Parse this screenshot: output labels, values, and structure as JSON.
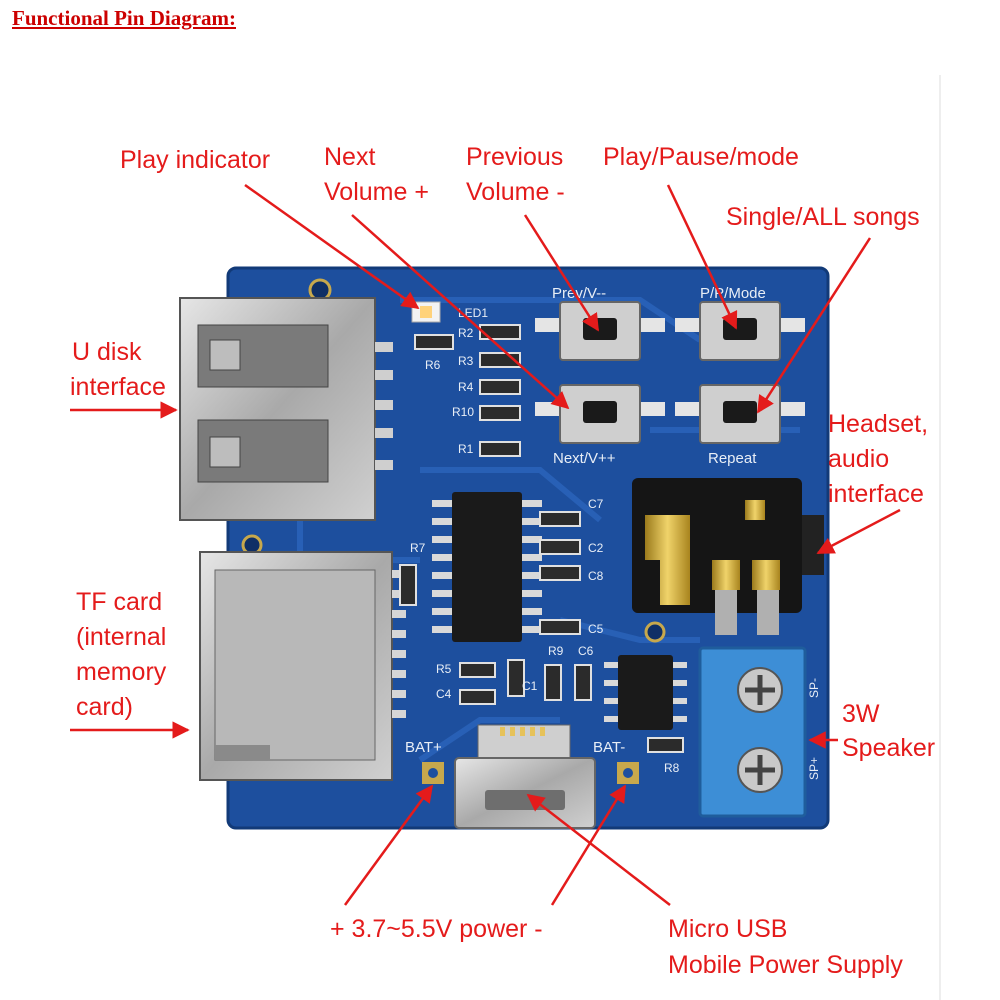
{
  "title": "Functional Pin Diagram:",
  "labels": {
    "play_indicator": "Play indicator",
    "next_line1": "Next",
    "next_line2": "Volume +",
    "prev_line1": "Previous",
    "prev_line2": "Volume -",
    "play_pause": "Play/Pause/mode",
    "single_all": "Single/ALL songs",
    "udisk_line1": "U disk",
    "udisk_line2": "interface",
    "headset_line1": "Headset,",
    "headset_line2": "audio",
    "headset_line3": "interface",
    "tf_line1": "TF card",
    "tf_line2": "(internal",
    "tf_line3": "memory",
    "tf_line4": "card)",
    "speaker_line1": "3W",
    "speaker_line2": "Speaker",
    "power": "+ 3.7~5.5V power -",
    "usb_line1": "Micro USB",
    "usb_line2": "Mobile Power Supply"
  },
  "silkscreen": {
    "prev": "Prev/V--",
    "pp_mode": "P/P/Mode",
    "next": "Next/V++",
    "repeat": "Repeat",
    "led1": "LED1",
    "r2": "R2",
    "r3": "R3",
    "r4": "R4",
    "r10": "R10",
    "r1": "R1",
    "r6": "R6",
    "r7": "R7",
    "r5": "R5",
    "r9": "R9",
    "r8": "R8",
    "c7": "C7",
    "c2": "C2",
    "c8": "C8",
    "c5": "C5",
    "c6": "C6",
    "c4": "C4",
    "c1": "C1",
    "bat_plus": "BAT+",
    "bat_minus": "BAT-",
    "sp_minus": "SP-",
    "sp_plus": "SP+"
  },
  "colors": {
    "label_red": "#e41b1b",
    "title_red": "#cc0000",
    "pcb_blue": "#1d4f9e",
    "terminal_blue": "#3d8ed6"
  }
}
